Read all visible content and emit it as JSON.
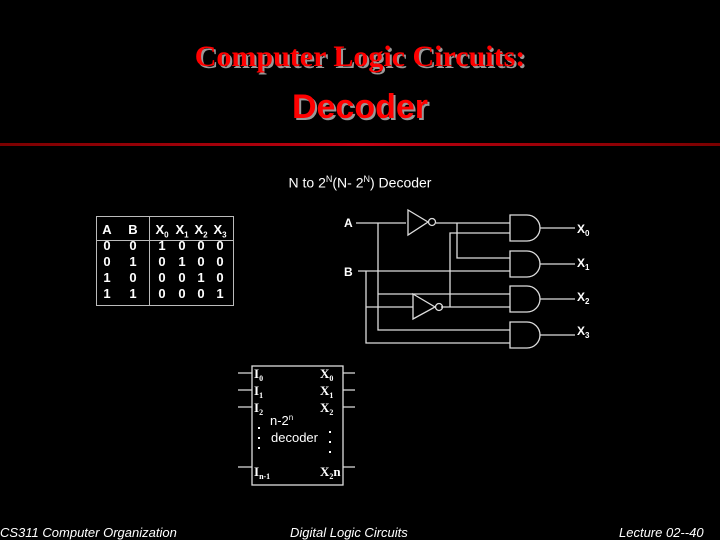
{
  "title": {
    "line1": "Computer Logic Circuits:",
    "line2": "Decoder"
  },
  "subtitle": {
    "pre": "N to 2",
    "sup1": "N",
    "mid": "(N- 2",
    "sup2": "N",
    "post": ") Decoder"
  },
  "truth_table": {
    "headers": [
      {
        "t": "A",
        "s": ""
      },
      {
        "t": "B",
        "s": ""
      },
      {
        "t": "X",
        "s": "0"
      },
      {
        "t": "X",
        "s": "1"
      },
      {
        "t": "X",
        "s": "2"
      },
      {
        "t": "X",
        "s": "3"
      }
    ],
    "rows": [
      [
        "0",
        "0",
        "1",
        "0",
        "0",
        "0"
      ],
      [
        "0",
        "1",
        "0",
        "1",
        "0",
        "0"
      ],
      [
        "1",
        "0",
        "0",
        "0",
        "1",
        "0"
      ],
      [
        "1",
        "1",
        "0",
        "0",
        "0",
        "1"
      ]
    ]
  },
  "circuit": {
    "inputs": [
      "A",
      "B"
    ],
    "outputs": [
      {
        "t": "X",
        "s": "0"
      },
      {
        "t": "X",
        "s": "1"
      },
      {
        "t": "X",
        "s": "2"
      },
      {
        "t": "X",
        "s": "3"
      }
    ]
  },
  "block": {
    "left": [
      {
        "t": "I",
        "s": "0"
      },
      {
        "t": "I",
        "s": "1"
      },
      {
        "t": "I",
        "s": "2"
      },
      {
        "t": "I",
        "s": "n-1"
      }
    ],
    "right": [
      {
        "t": "X",
        "s": "0"
      },
      {
        "t": "X",
        "s": "1"
      },
      {
        "t": "X",
        "s": "2"
      },
      {
        "t": "X",
        "s": "2",
        "tail": "n"
      }
    ],
    "name1": "n-2",
    "name1_sup": "n",
    "name2": "decoder"
  },
  "footer": {
    "left": "CS311 Computer Organization",
    "center": "Digital  Logic Circuits",
    "right": "Lecture 02--40"
  }
}
